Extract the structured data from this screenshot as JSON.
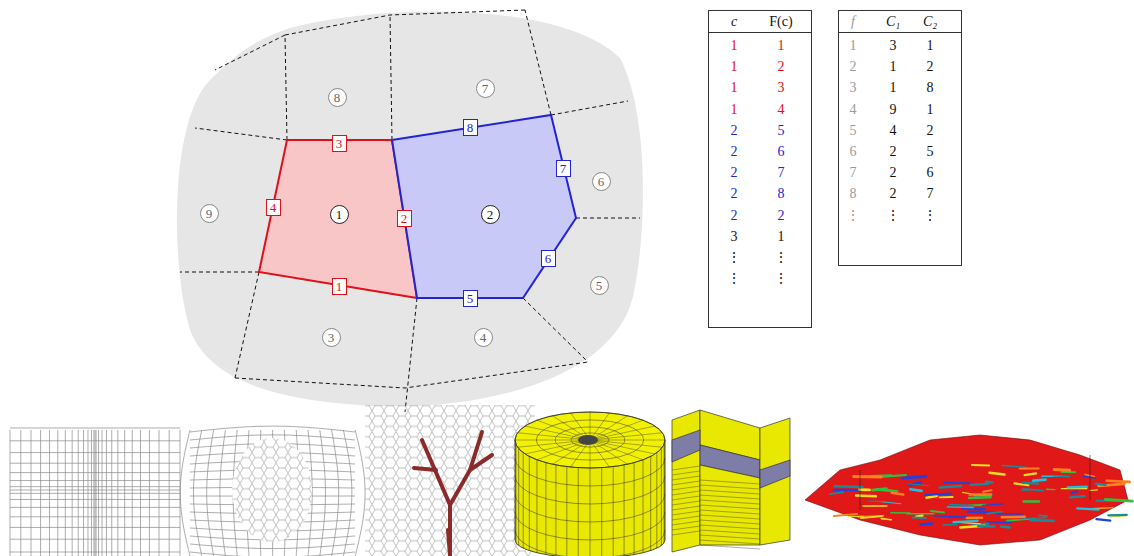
{
  "diagram": {
    "nodes": [
      {
        "text": [
          "8"
        ]
      },
      {
        "text": [
          "7"
        ]
      },
      {
        "text": [
          "8"
        ]
      },
      {
        "text": [
          "3"
        ]
      },
      {
        "text": [
          "7"
        ]
      },
      {
        "text": [
          "6"
        ]
      },
      {
        "text": [
          "4"
        ]
      },
      {
        "text": [
          "9"
        ]
      },
      {
        "text": [
          "1"
        ]
      },
      {
        "text": [
          "2"
        ]
      },
      {
        "text": [
          "2"
        ]
      },
      {
        "text": [
          "6"
        ]
      },
      {
        "text": [
          "5"
        ]
      },
      {
        "text": [
          "1"
        ]
      },
      {
        "text": [
          "5"
        ]
      },
      {
        "text": [
          "3"
        ]
      },
      {
        "text": [
          "4"
        ]
      }
    ],
    "labels": [
      "c",
      "F(c)",
      "1",
      "1",
      "1",
      "2",
      "1",
      "3",
      "1",
      "4",
      "2",
      "5",
      "2",
      "6",
      "2",
      "7",
      "2",
      "8",
      "2",
      "2",
      "3",
      "1",
      "⋮",
      "⋮",
      "⋮",
      "⋮",
      "f",
      "C₁",
      "C₂",
      "1",
      "3",
      "1",
      "2",
      "1",
      "2",
      "3",
      "1",
      "8",
      "4",
      "9",
      "1",
      "5",
      "4",
      "2",
      "6",
      "2",
      "5",
      "7",
      "2",
      "6",
      "8",
      "2",
      "7",
      "⋮",
      "⋮",
      "⋮"
    ]
  }
}
